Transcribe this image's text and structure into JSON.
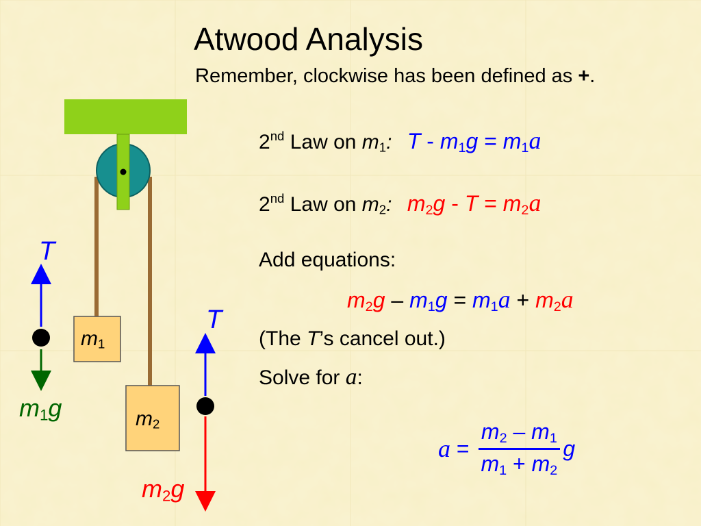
{
  "title": "Atwood Analysis",
  "subtitle": {
    "text": "Remember, clockwise has been defined as ",
    "plus": "+",
    "period": "."
  },
  "diagram": {
    "mass1_label": {
      "m": "m",
      "sub": "1"
    },
    "mass2_label": {
      "m": "m",
      "sub": "2"
    },
    "tension_left": "T",
    "tension_right": "T",
    "weight1": {
      "m": "m",
      "sub": "1",
      "g": "g"
    },
    "weight2": {
      "m": "m",
      "sub": "2",
      "g": "g"
    }
  },
  "law1": {
    "prefix": "2",
    "sup": "nd",
    "text": " Law on ",
    "m": "m",
    "sub": "1",
    "colon": ":",
    "eq": {
      "T": "T",
      "minus": " - ",
      "m": "m",
      "s1": "1",
      "g": "g",
      "equals": " = ",
      "m2": "m",
      "s2": "1",
      "a": "a"
    }
  },
  "law2": {
    "prefix": "2",
    "sup": "nd",
    "text": " Law on ",
    "m": "m",
    "sub": "2",
    "colon": ":",
    "eq": {
      "m": "m",
      "s1": "2",
      "g": "g",
      "minus": " - ",
      "T": "T",
      "equals": " = ",
      "m2": "m",
      "s2": "2",
      "a": "a"
    }
  },
  "add_equations": "Add equations:",
  "sum_eq": {
    "m_a": "m",
    "s_a": "2",
    "g_a": "g",
    "minus": " – ",
    "m_b": "m",
    "s_b": "1",
    "g_b": "g",
    "equals": " = ",
    "m_c": "m",
    "s_c": "1",
    "a_c": "a",
    "plus": " + ",
    "m_d": "m",
    "s_d": "2",
    "a_d": "a"
  },
  "cancel_note": {
    "open": "(The ",
    "T": "T",
    "rest": "’s cancel out.)"
  },
  "solve_for": {
    "text": "Solve for ",
    "a": "a",
    "colon": ":"
  },
  "result": {
    "a": "a",
    "equals": " = ",
    "num": {
      "m1": "m",
      "s1": "2",
      "minus": " – ",
      "m2": "m",
      "s2": "1"
    },
    "den": {
      "m1": "m",
      "s1": "1",
      "plus": " + ",
      "m2": "m",
      "s2": "2"
    },
    "g": "g"
  },
  "colors": {
    "background": "#f7efc4",
    "ceiling": "#8fd11a",
    "pulley": "#178f8f",
    "axle": "#8fd11a",
    "rope": "#9a6b34",
    "mass_fill": "#ffd37a",
    "blue": "#0000ff",
    "red": "#ff0000",
    "green": "#006600"
  }
}
